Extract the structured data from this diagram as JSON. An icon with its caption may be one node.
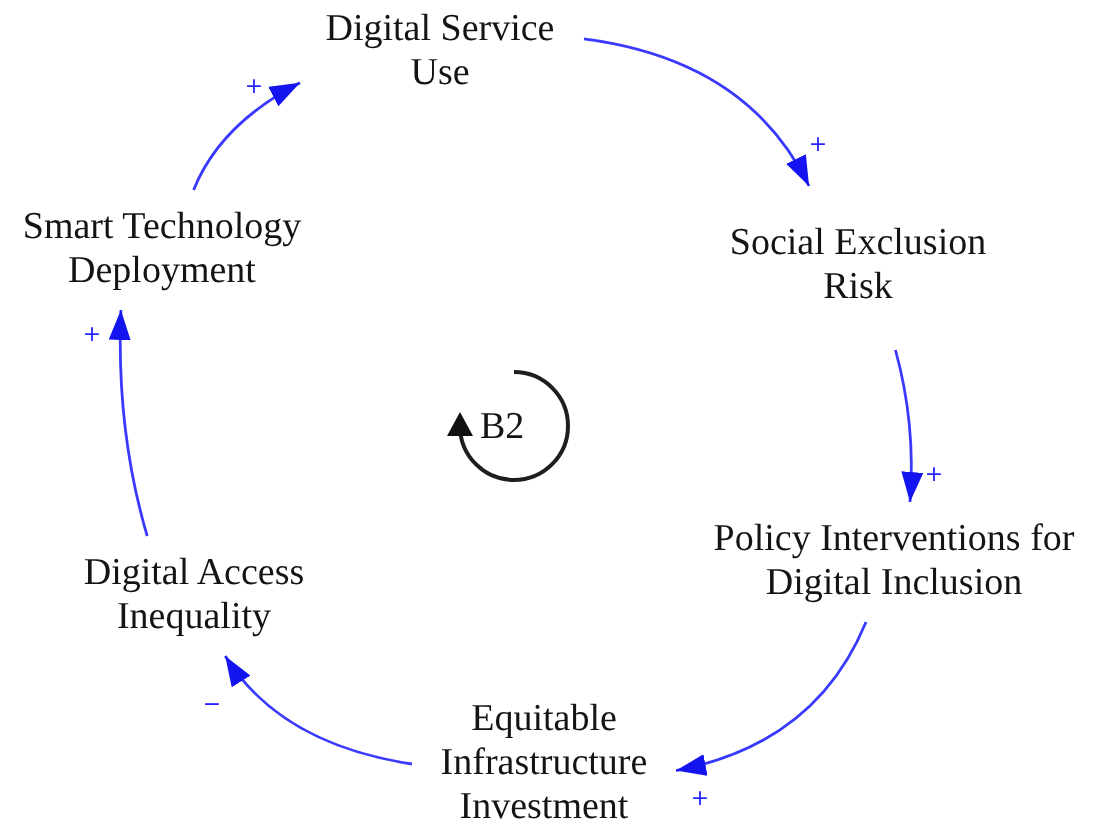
{
  "diagram": {
    "nodes": [
      {
        "text": [
          "Digital Service Use"
        ]
      },
      {
        "text": [
          "Social Exclusion Risk"
        ]
      },
      {
        "text": [
          "Policy Interventions for Digital Inclusion"
        ]
      },
      {
        "text": [
          "Equitable Infrastructure Investment"
        ]
      },
      {
        "text": [
          "Digital Access Inequality"
        ]
      },
      {
        "text": [
          "Smart Technology Deployment"
        ]
      }
    ],
    "edges": [
      {
        "from": 0,
        "to": 1,
        "arrow": "to",
        "label": "+"
      },
      {
        "from": 1,
        "to": 2,
        "arrow": "to",
        "label": "+"
      },
      {
        "from": 2,
        "to": 3,
        "arrow": "to",
        "label": "+"
      },
      {
        "from": 3,
        "to": 4,
        "arrow": "to",
        "label": "−"
      },
      {
        "from": 4,
        "to": 5,
        "arrow": "to",
        "label": "+"
      },
      {
        "from": 5,
        "to": 0,
        "arrow": "to",
        "label": "+"
      }
    ],
    "labels": [
      "B2"
    ]
  }
}
